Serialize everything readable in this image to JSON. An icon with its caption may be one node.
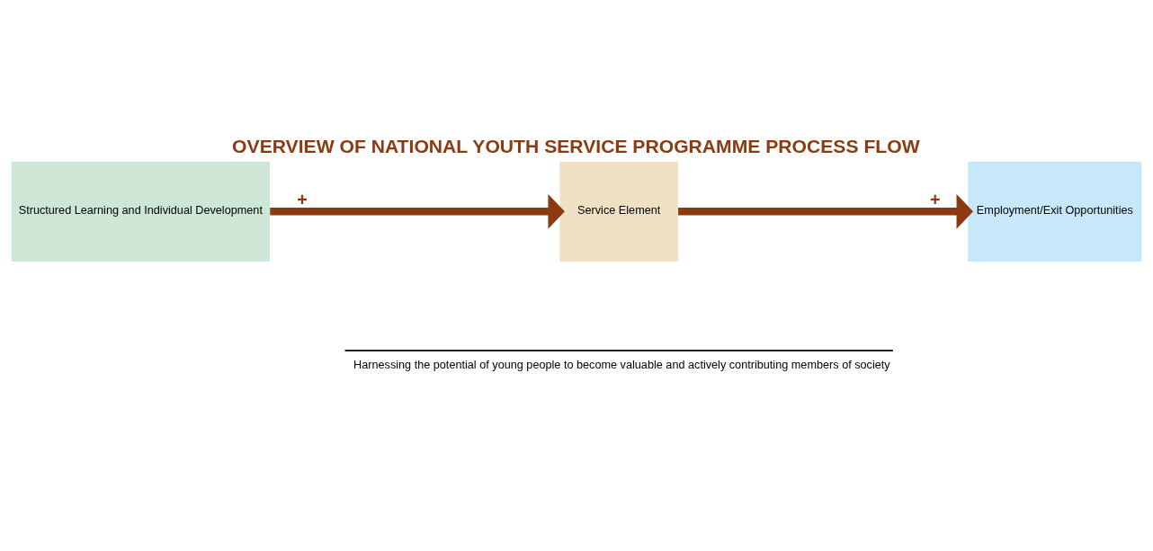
{
  "diagram": {
    "title": "OVERVIEW OF NATIONAL YOUTH SERVICE PROGRAMME PROCESS FLOW",
    "caption": "Harnessing the potential of young people to become valuable and actively contributing members of society",
    "nodes": [
      {
        "text": [
          "Structured Learning and Individual Development"
        ]
      },
      {
        "text": [
          "Service Element"
        ]
      },
      {
        "text": [
          "Employment/Exit Opportunities"
        ]
      }
    ],
    "edges": [
      {
        "from": 0,
        "to": 1,
        "arrow": "to",
        "label": "+"
      },
      {
        "from": 1,
        "to": 2,
        "arrow": "to",
        "label": "+"
      }
    ]
  }
}
